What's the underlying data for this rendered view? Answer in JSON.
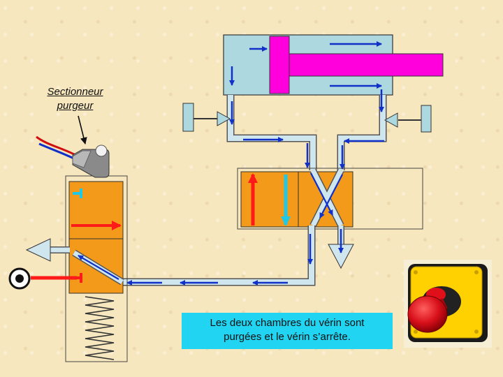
{
  "labels": {
    "sectionneur_line1": "Sectionneur",
    "sectionneur_line2": "purgeur"
  },
  "caption": {
    "line1": "Les deux chambres du vérin sont",
    "line2": "purgées et le vérin s’arrête."
  },
  "colors": {
    "background": "#f7e7be",
    "cylinder": "#add8e0",
    "piston": "#ff00dd",
    "valve": "#f39a1a",
    "pipe": "#cfe6ee",
    "flow_arrow": "#1030c8",
    "pressure_arrow": "#ff1a1a",
    "exhaust_arrow": "#1ec8e6",
    "caption_bg": "#21d4f2",
    "estop_housing": "#ffd100",
    "estop_button": "#e0101a"
  },
  "icons": {
    "cylinder": "double-acting-cylinder",
    "flow_controls": "flow-control-valve",
    "main_valve": "5-2-directional-valve",
    "exhaust": "exhaust-triangle",
    "pressure_source": "pressure-source-symbol",
    "emergency_stop": "emergency-stop-button"
  }
}
